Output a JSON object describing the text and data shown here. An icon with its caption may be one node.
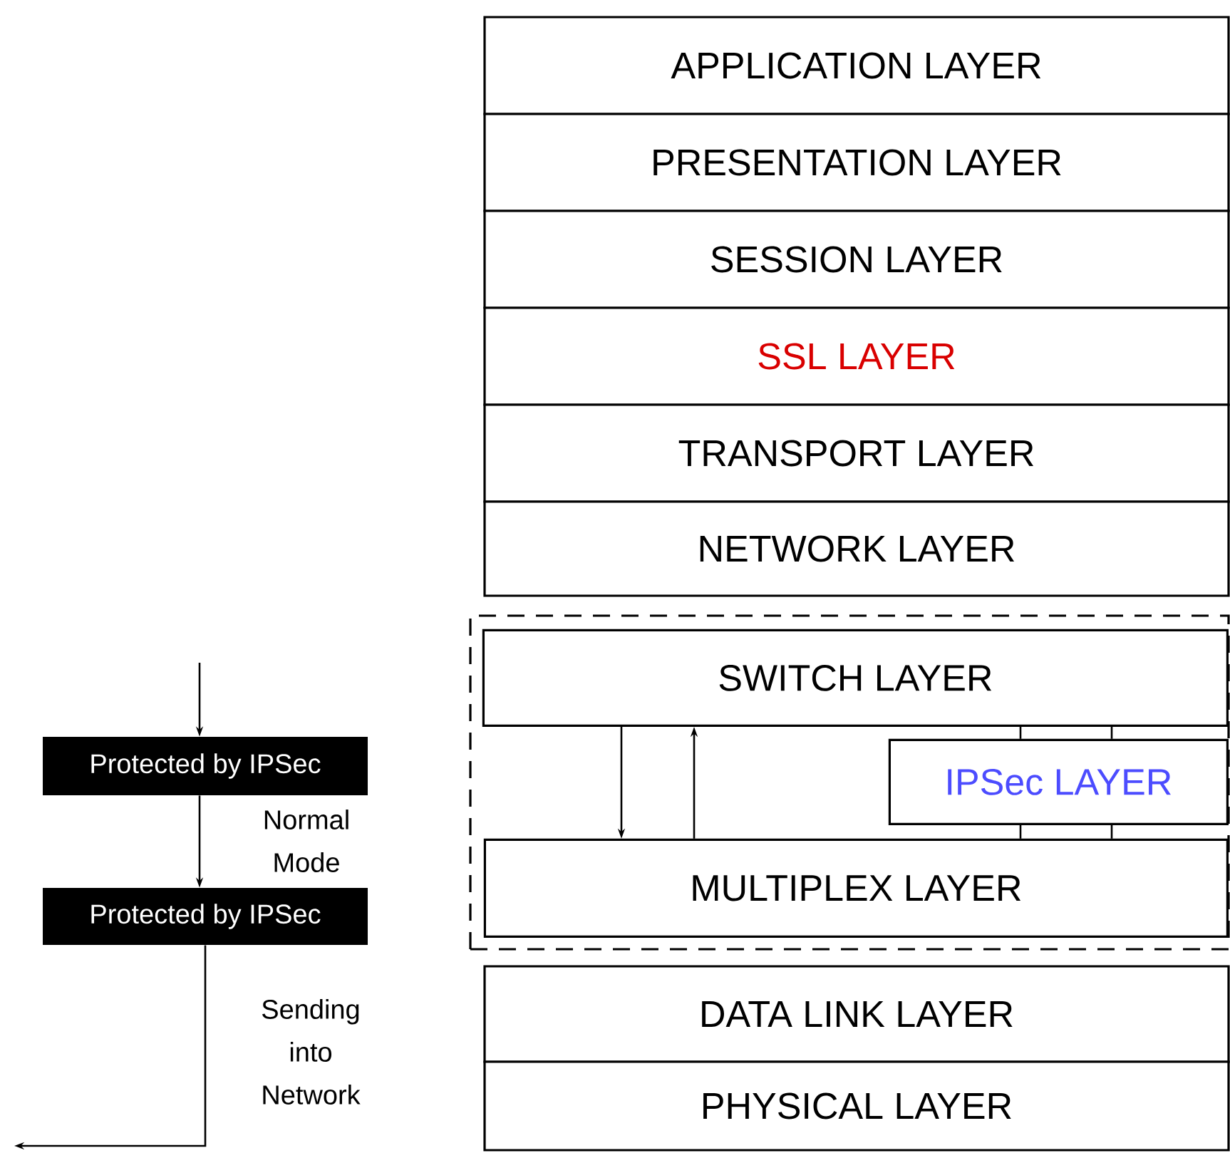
{
  "diagram": {
    "nodes": [
      {
        "text": [
          "APPLICATION LAYER"
        ]
      },
      {
        "text": [
          "PRESENTATION LAYER"
        ]
      },
      {
        "text": [
          "SESSION LAYER"
        ]
      },
      {
        "text": [
          "SSL LAYER"
        ]
      },
      {
        "text": [
          "TRANSPORT LAYER"
        ]
      },
      {
        "text": [
          "NETWORK LAYER"
        ]
      },
      {
        "text": [],
        "shape": "box"
      },
      {
        "text": [
          "SWITCH LAYER"
        ],
        "in": 6
      },
      {
        "text": [
          "IPSec LAYER"
        ],
        "in": 6
      },
      {
        "text": [
          "MULTIPLEX LAYER"
        ],
        "in": 6
      },
      {
        "text": [
          "DATA LINK LAYER"
        ]
      },
      {
        "text": [
          "PHYSICAL LAYER"
        ]
      },
      {
        "text": [
          "Protected by IPSec"
        ]
      },
      {
        "text": [
          "Protected by IPSec"
        ]
      }
    ],
    "edges": [
      {
        "from": 7,
        "to": 9,
        "arrow": "to"
      },
      {
        "from": 9,
        "to": 7,
        "arrow": "to"
      },
      {
        "from": 7,
        "to": 8,
        "arrow": "none"
      },
      {
        "from": 7,
        "to": 8,
        "arrow": "none"
      },
      {
        "from": 8,
        "to": 9,
        "arrow": "none"
      },
      {
        "from": 8,
        "to": 9,
        "arrow": "none"
      },
      {
        "from": null,
        "to": 12,
        "arrow": "to"
      },
      {
        "from": 12,
        "to": 13,
        "arrow": "to",
        "label": "Normal Mode"
      },
      {
        "from": 13,
        "to": null,
        "arrow": "to",
        "label": "Sending into Network"
      }
    ]
  }
}
